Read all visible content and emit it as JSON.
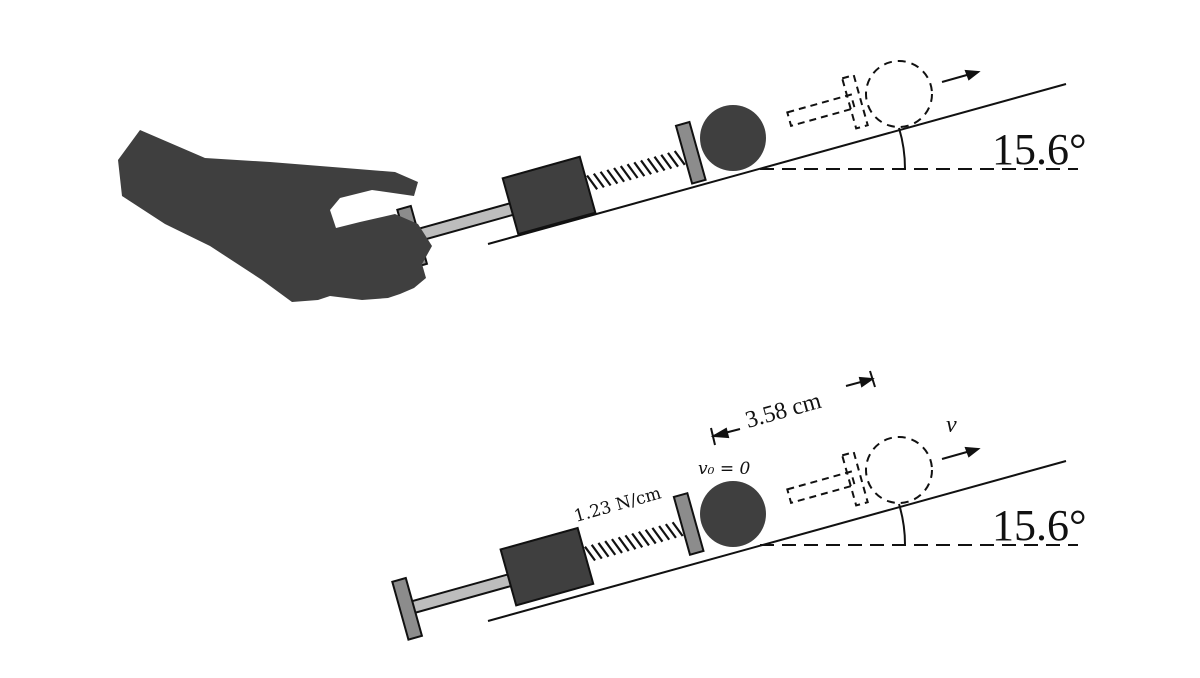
{
  "panel_top": {
    "angle_label": "15.6°"
  },
  "panel_bottom": {
    "angle_label": "15.6°",
    "spring_constant_label": "1.23 N/cm",
    "initial_velocity_label": "v₀ = 0",
    "distance_label": "3.58 cm",
    "velocity_label": "v"
  },
  "colors": {
    "solid_fill": "#3f3f3f",
    "plunger_fill": "#8c8c8c",
    "rod_fill": "#bdbdbd",
    "line": "#111111"
  }
}
